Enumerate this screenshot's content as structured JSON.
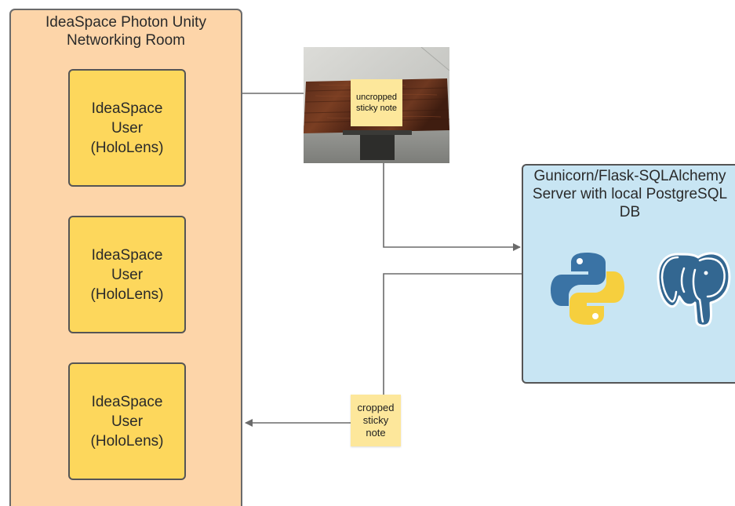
{
  "room": {
    "title_line1": "IdeaSpace Photon Unity",
    "title_line2": "Networking Room"
  },
  "users": [
    {
      "line1": "IdeaSpace",
      "line2": "User",
      "line3": "(HoloLens)"
    },
    {
      "line1": "IdeaSpace",
      "line2": "User",
      "line3": "(HoloLens)"
    },
    {
      "line1": "IdeaSpace",
      "line2": "User",
      "line3": "(HoloLens)"
    }
  ],
  "server": {
    "title_line1": "Gunicorn/Flask-SQLAlchemy",
    "title_line2": "Server with local PostgreSQL",
    "title_line3": "DB"
  },
  "photo_note": {
    "line1": "uncropped",
    "line2": "sticky note"
  },
  "cropped_note": {
    "line1": "cropped",
    "line2": "sticky",
    "line3": "note"
  },
  "icons": {
    "python": "python-logo-icon",
    "postgres": "postgresql-elephant-icon",
    "photo": "table-photo"
  },
  "colors": {
    "room_fill": "#fdd5a9",
    "user_fill": "#fdd75c",
    "server_fill": "#c8e5f3",
    "sticky_fill": "#fde79b",
    "connector": "#6b6b6b",
    "python_blue": "#3a73a5",
    "python_yellow": "#f6cf3e",
    "postgres_blue": "#336791"
  }
}
